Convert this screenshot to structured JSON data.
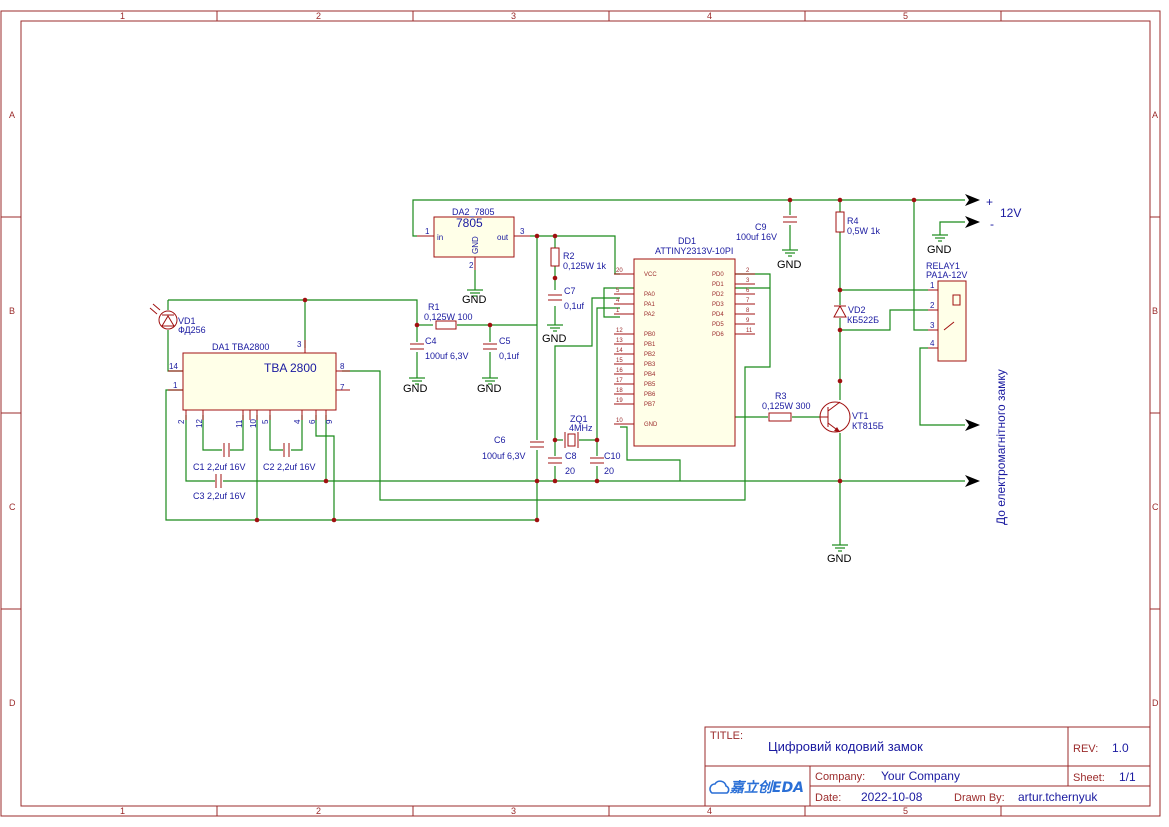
{
  "frame": {
    "col_labels": [
      "1",
      "2",
      "3",
      "4",
      "5"
    ],
    "row_labels": [
      "A",
      "B",
      "C",
      "D"
    ]
  },
  "components": {
    "da2": {
      "ref": "DA2_7805",
      "value": "7805",
      "pin_in": "in",
      "pin_gnd": "GND",
      "pin_out": "out",
      "pin1": "1",
      "pin2": "2",
      "pin3": "3"
    },
    "dd1": {
      "ref": "DD1",
      "value": "ATTINY2313V-10PI",
      "left_pins": [
        {
          "num": "20",
          "name": "VCC"
        },
        {
          "num": "5",
          "name": "PA0"
        },
        {
          "num": "4",
          "name": "PA1"
        },
        {
          "num": "1",
          "name": "PA2"
        },
        {
          "num": "12",
          "name": "PB0"
        },
        {
          "num": "13",
          "name": "PB1"
        },
        {
          "num": "14",
          "name": "PB2"
        },
        {
          "num": "15",
          "name": "PB3"
        },
        {
          "num": "16",
          "name": "PB4"
        },
        {
          "num": "17",
          "name": "PB5"
        },
        {
          "num": "18",
          "name": "PB6"
        },
        {
          "num": "19",
          "name": "PB7"
        },
        {
          "num": "10",
          "name": "GND"
        }
      ],
      "right_pins": [
        {
          "num": "2",
          "name": "PD0"
        },
        {
          "num": "3",
          "name": "PD1"
        },
        {
          "num": "6",
          "name": "PD2"
        },
        {
          "num": "7",
          "name": "PD3"
        },
        {
          "num": "8",
          "name": "PD4"
        },
        {
          "num": "9",
          "name": "PD5"
        },
        {
          "num": "11",
          "name": "PD6"
        }
      ]
    },
    "da1": {
      "ref": "DA1 TBA2800",
      "value": "TBA 2800",
      "pins": [
        "14",
        "1",
        "3",
        "8",
        "7",
        "2",
        "12",
        "11",
        "10",
        "5",
        "4",
        "6",
        "9"
      ]
    },
    "vd1": {
      "ref": "VD1",
      "value": "ФД256"
    },
    "r1": {
      "ref": "R1",
      "value": "0,125W 100"
    },
    "r2": {
      "ref": "R2",
      "value": "0,125W 1k"
    },
    "r3": {
      "ref": "R3",
      "value": "0,125W 300"
    },
    "r4": {
      "ref": "R4",
      "value": "0,5W 1k"
    },
    "c1": {
      "ref": "C1",
      "value": "2,2uf 16V"
    },
    "c2": {
      "ref": "C2",
      "value": "2,2uf 16V"
    },
    "c3": {
      "ref": "C3",
      "value": "2,2uf 16V"
    },
    "c4": {
      "ref": "C4",
      "value": "100uf 6,3V"
    },
    "c5": {
      "ref": "C5",
      "value": "0,1uf"
    },
    "c6": {
      "ref": "C6",
      "value": "100uf 6,3V"
    },
    "c7": {
      "ref": "C7",
      "value": "0,1uf"
    },
    "c8": {
      "ref": "C8",
      "value": "20"
    },
    "c9": {
      "ref": "C9",
      "value": "100uf 16V"
    },
    "c10": {
      "ref": "C10",
      "value": "20"
    },
    "zq1": {
      "ref": "ZQ1",
      "value": "4MHz"
    },
    "vd2": {
      "ref": "VD2",
      "value": "КБ522Б"
    },
    "vt1": {
      "ref": "VT1",
      "value": "КТ815Б"
    },
    "relay": {
      "ref": "RELAY1",
      "value": "PA1A-12V",
      "pins": [
        "1",
        "2",
        "3",
        "4"
      ]
    }
  },
  "nets": {
    "gnd": "GND",
    "plus": "+",
    "minus": "-",
    "v12": "12V",
    "lock": "До електромагнітного замку"
  },
  "title_block": {
    "title_label": "TITLE:",
    "title": "Цифровий кодовий замок",
    "rev_label": "REV:",
    "rev": "1.0",
    "company_label": "Company:",
    "company": "Your Company",
    "sheet_label": "Sheet:",
    "sheet": "1/1",
    "date_label": "Date:",
    "date": "2022-10-08",
    "drawn_label": "Drawn By:",
    "drawn": "artur.tchernyuk",
    "logo": "嘉立创EDA"
  }
}
